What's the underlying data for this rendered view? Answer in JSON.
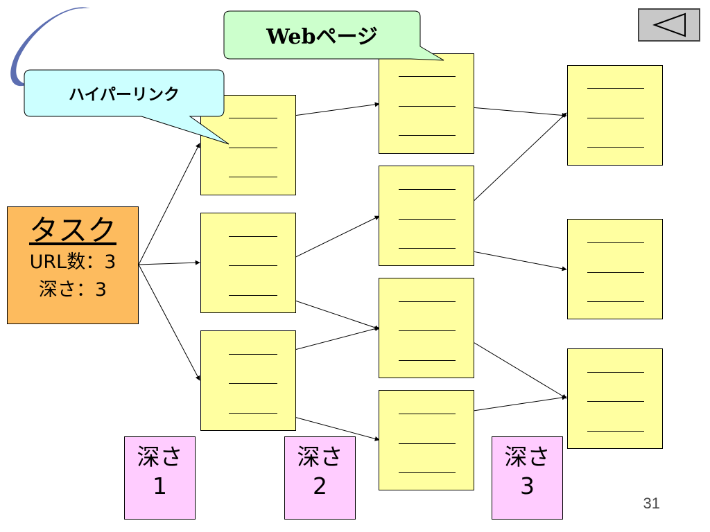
{
  "callouts": {
    "webpage": "Webページ",
    "hyperlink": "ハイパーリンク"
  },
  "task": {
    "title": "タスク",
    "url_count": "URL数：3",
    "depth": "深さ：3"
  },
  "depth_labels": [
    {
      "word": "深さ",
      "num": "1"
    },
    {
      "word": "深さ",
      "num": "2"
    },
    {
      "word": "深さ",
      "num": "3"
    }
  ],
  "slide_number": "31",
  "nav": {
    "back_icon": "triangle-left-icon"
  },
  "colors": {
    "page_fill": "#ffffa0",
    "task_fill": "#fdbb5e",
    "depth_fill": "#ffccff",
    "callout_web_fill": "#ccffcc",
    "callout_link_fill": "#ccffff",
    "swirl": "#4a5ea8"
  }
}
